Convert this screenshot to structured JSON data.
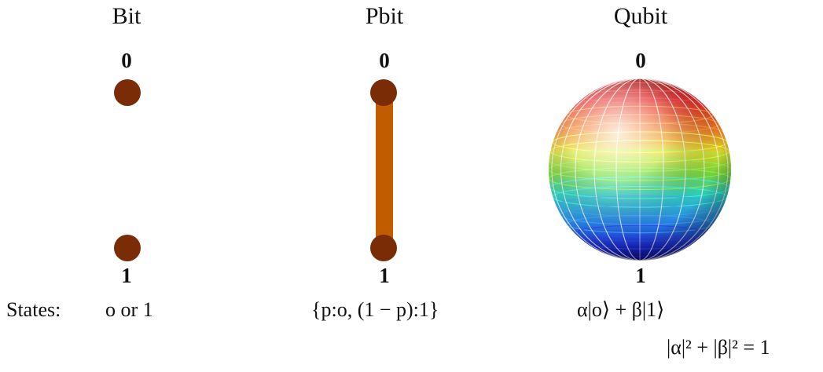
{
  "columns": [
    {
      "title": "Bit",
      "top_label": "0",
      "bottom_label": "1",
      "states": "o or 1"
    },
    {
      "title": "Pbit",
      "top_label": "0",
      "bottom_label": "1",
      "states": "{p:o, (1 − p):1}"
    },
    {
      "title": "Qubit",
      "top_label": "0",
      "bottom_label": "1",
      "states": "α|o⟩ + β|1⟩"
    }
  ],
  "states_label": "States:",
  "normalization": "|α|² + |β|² = 1",
  "colors": {
    "dot": "#7a2c07",
    "bar": "#c25c00"
  }
}
